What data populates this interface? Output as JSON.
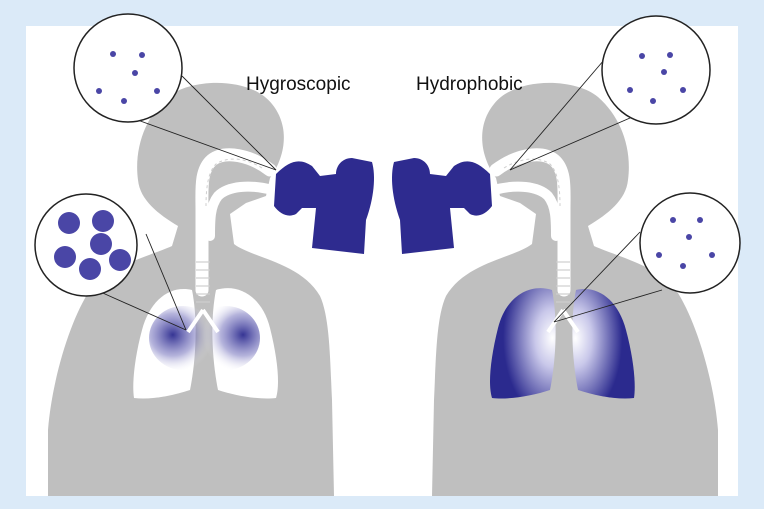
{
  "labels": {
    "left": "Hygroscopic",
    "right": "Hydrophobic"
  },
  "colors": {
    "frame": "#dbeaf8",
    "background": "#ffffff",
    "silhouette": "#bfbfbf",
    "inhaler": "#2e2b8f",
    "particle": "#4a46a6",
    "deposition": "#2b2a8e",
    "outline": "#222222"
  },
  "panels": [
    {
      "side": "left",
      "title_key": "labels.left",
      "particle_size": "large",
      "deposition": "central-airways"
    },
    {
      "side": "right",
      "title_key": "labels.right",
      "particle_size": "small",
      "deposition": "peripheral-lungs"
    }
  ]
}
